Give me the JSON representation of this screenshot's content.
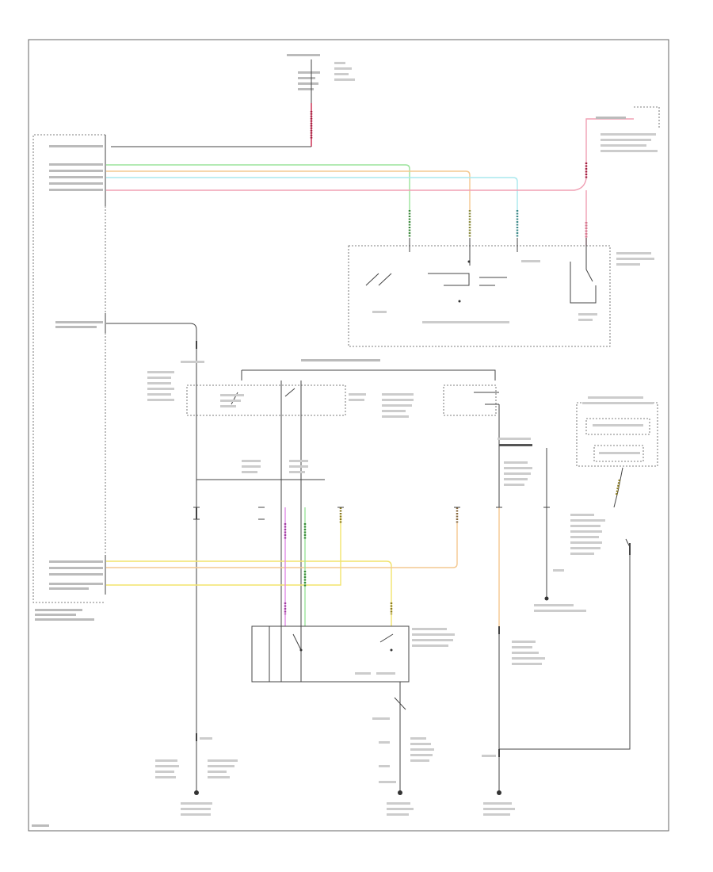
{
  "diagram": {
    "page_ref": "",
    "colors": {
      "green": "#9be39b",
      "orange": "#f4c890",
      "cyan": "#a8e8ee",
      "pink": "#f0a0b4",
      "magenta": "#e28be6",
      "yellow": "#f2e36c",
      "dark_green": "#4e8a3c",
      "salmon": "#f08060",
      "black": "#444444"
    },
    "components": [
      "body-control-module",
      "fuse-block",
      "lamp-switch-assembly",
      "power-distribution-relay-block",
      "washer-pump-motor",
      "motor-junction-block",
      "wiper-motor-assembly",
      "ground-g1",
      "ground-g2",
      "ground-g3"
    ]
  }
}
